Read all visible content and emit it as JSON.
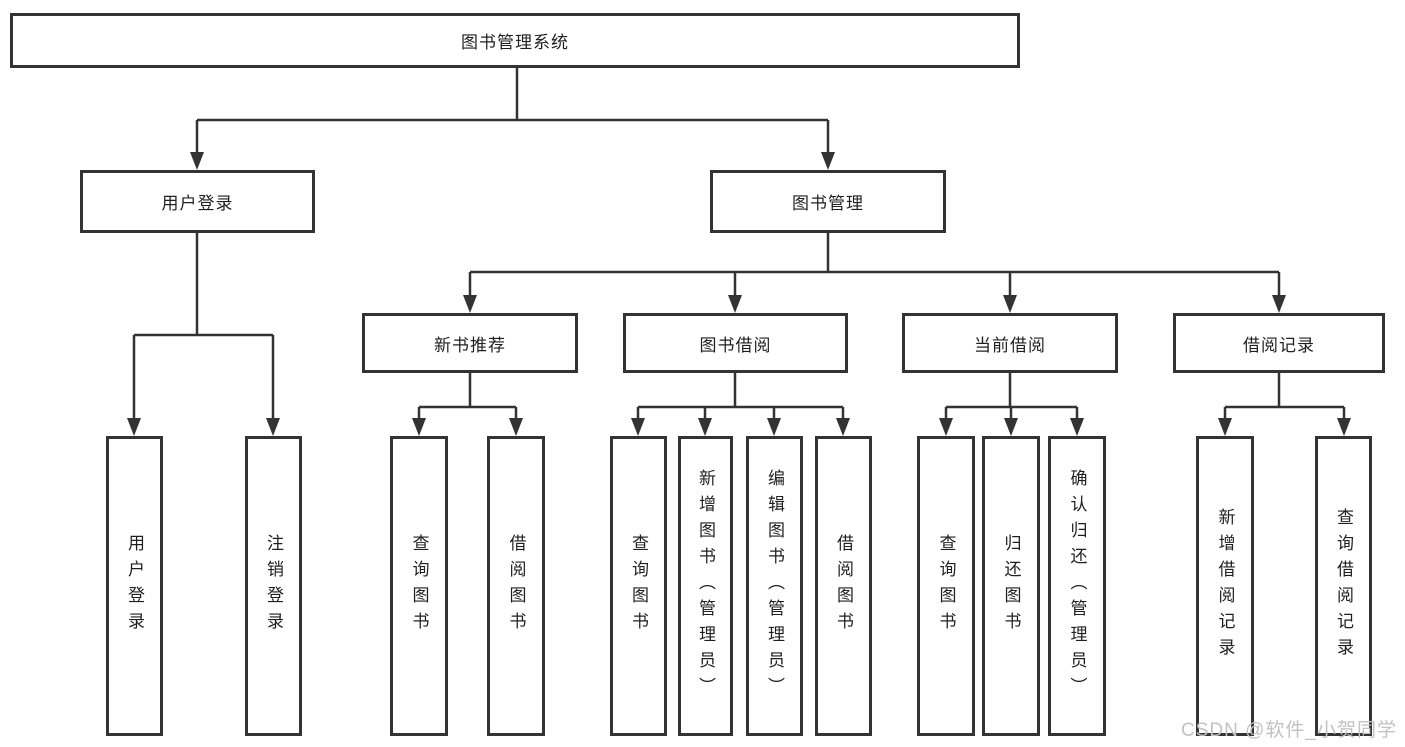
{
  "diagram": {
    "title_node": {
      "label": "图书管理系统"
    },
    "level2": [
      {
        "id": "user-login",
        "label": "用户登录"
      },
      {
        "id": "book-management",
        "label": "图书管理"
      }
    ],
    "level3": [
      {
        "id": "new-book-recommend",
        "label": "新书推荐",
        "parent": "book-management"
      },
      {
        "id": "book-borrow",
        "label": "图书借阅",
        "parent": "book-management"
      },
      {
        "id": "current-borrow",
        "label": "当前借阅",
        "parent": "book-management"
      },
      {
        "id": "borrow-records",
        "label": "借阅记录",
        "parent": "book-management"
      }
    ],
    "leaves": [
      {
        "label": "用户登录",
        "parent": "user-login"
      },
      {
        "label": "注销登录",
        "parent": "user-login"
      },
      {
        "label": "查询图书",
        "parent": "new-book-recommend"
      },
      {
        "label": "借阅图书",
        "parent": "new-book-recommend"
      },
      {
        "label": "查询图书",
        "parent": "book-borrow"
      },
      {
        "label": "新增图书（管理员）",
        "parent": "book-borrow"
      },
      {
        "label": "编辑图书（管理员）",
        "parent": "book-borrow"
      },
      {
        "label": "借阅图书",
        "parent": "book-borrow"
      },
      {
        "label": "查询图书",
        "parent": "current-borrow"
      },
      {
        "label": "归还图书",
        "parent": "current-borrow"
      },
      {
        "label": "确认归还（管理员）",
        "parent": "current-borrow"
      },
      {
        "label": "新增借阅记录",
        "parent": "borrow-records"
      },
      {
        "label": "查询借阅记录",
        "parent": "borrow-records"
      }
    ]
  },
  "watermark": {
    "text": "CSDN @软件_小贺同学"
  },
  "colors": {
    "line": "#333333",
    "box_border": "#333333",
    "background": "#ffffff",
    "watermark": "#c2c2c2"
  }
}
